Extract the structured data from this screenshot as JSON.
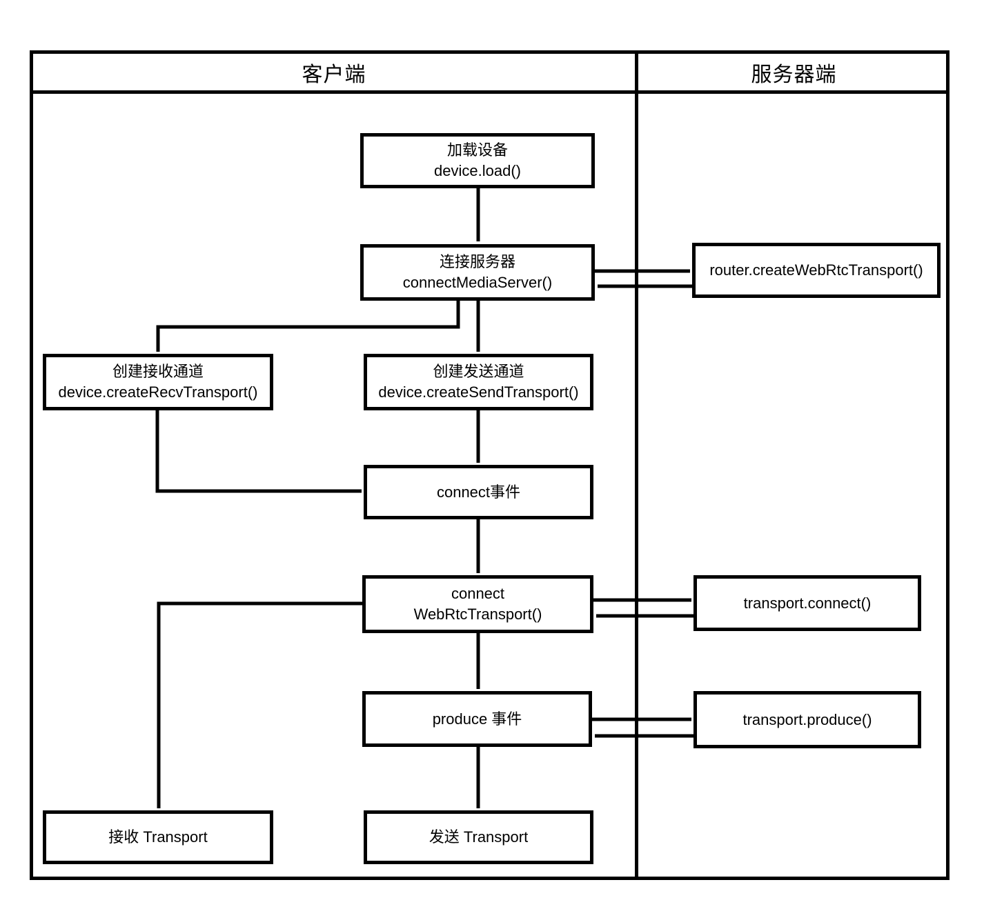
{
  "diagram": {
    "lanes": {
      "client": "客户端",
      "server": "服务器端"
    },
    "colors": {
      "line": "#000000",
      "background": "#ffffff",
      "box_fill": "#ffffff",
      "text": "#000000"
    },
    "nodes": {
      "load": {
        "line1": "加载设备",
        "line2": "device.load()"
      },
      "connect_server": {
        "line1": "连接服务器",
        "line2": "connectMediaServer()"
      },
      "router_create": {
        "line1": "router.createWebRtcTransport()"
      },
      "create_recv": {
        "line1": "创建接收通道",
        "line2": "device.createRecvTransport()"
      },
      "create_send": {
        "line1": "创建发送通道",
        "line2": "device.createSendTransport()"
      },
      "connect_event": {
        "line1": "connect事件"
      },
      "connect_webrtc": {
        "line1": "connect",
        "line2": "WebRtcTransport()"
      },
      "transport_connect": {
        "line1": "transport.connect()"
      },
      "produce_event": {
        "line1": "produce 事件"
      },
      "transport_produce": {
        "line1": "transport.produce()"
      },
      "recv_transport": {
        "line1": "接收 Transport"
      },
      "send_transport": {
        "line1": "发送 Transport"
      }
    },
    "edges": [
      {
        "from": "load",
        "to": "connect_server",
        "type": "arrow"
      },
      {
        "from": "connect_server",
        "to": "router_create",
        "type": "arrow"
      },
      {
        "from": "router_create",
        "to": "connect_server",
        "type": "arrow"
      },
      {
        "from": "connect_server",
        "to": "create_recv",
        "type": "arrow"
      },
      {
        "from": "connect_server",
        "to": "create_send",
        "type": "arrow"
      },
      {
        "from": "create_recv",
        "to": "connect_event",
        "type": "arrow"
      },
      {
        "from": "create_send",
        "to": "connect_event",
        "type": "arrow"
      },
      {
        "from": "connect_event",
        "to": "connect_webrtc",
        "type": "arrow"
      },
      {
        "from": "connect_webrtc",
        "to": "transport_connect",
        "type": "arrow"
      },
      {
        "from": "transport_connect",
        "to": "connect_webrtc",
        "type": "arrow"
      },
      {
        "from": "connect_webrtc",
        "to": "recv_transport",
        "type": "arrow"
      },
      {
        "from": "connect_webrtc",
        "to": "produce_event",
        "type": "arrow"
      },
      {
        "from": "produce_event",
        "to": "transport_produce",
        "type": "arrow"
      },
      {
        "from": "transport_produce",
        "to": "produce_event",
        "type": "arrow"
      },
      {
        "from": "produce_event",
        "to": "send_transport",
        "type": "arrow"
      }
    ]
  }
}
